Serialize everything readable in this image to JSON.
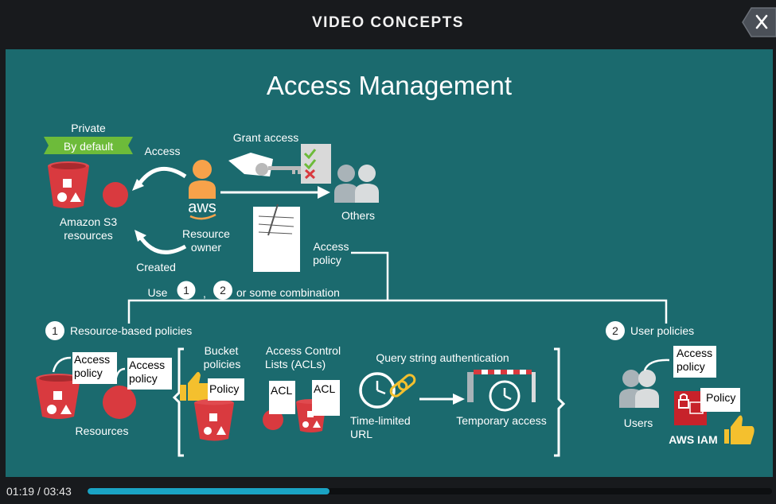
{
  "header": {
    "title": "VIDEO CONCEPTS",
    "close_icon": "close-icon"
  },
  "slide": {
    "title": "Access Management",
    "badge_top": "Private",
    "badge_bottom": "By default",
    "access": "Access",
    "created": "Created",
    "s3_line1": "Amazon S3",
    "s3_line2": "resources",
    "aws": "aws",
    "owner_line1": "Resource",
    "owner_line2": "owner",
    "grant_access": "Grant access",
    "others": "Others",
    "access_policy_line1": "Access",
    "access_policy_line2": "policy",
    "use": "Use",
    "num1": "1",
    "num2": "2",
    "comma": ",",
    "combination": "or some combination",
    "resource_based": "Resource-based policies",
    "user_policies": "User policies",
    "policy_access": "Access",
    "policy_policy": "policy",
    "resources": "Resources",
    "bucket_line1": "Bucket",
    "bucket_line2": "policies",
    "policy_doc": "Policy",
    "acl_line1": "Access Control",
    "acl_line2": "Lists (ACLs)",
    "acl": "ACL",
    "query_string": "Query string authentication",
    "time_limited_line1": "Time-limited",
    "time_limited_line2": "URL",
    "temporary_access": "Temporary access",
    "users": "Users",
    "aws_iam": "AWS IAM"
  },
  "player": {
    "current_time": "01:19",
    "separator": " / ",
    "total_time": "03:43",
    "progress": 0.353
  },
  "colors": {
    "teal": "#1b6a6e",
    "red": "#d93a3f",
    "green": "#6dbb3a",
    "orange": "#f7a24a",
    "yellow": "#f4c02e",
    "accent": "#1aa3c4"
  }
}
